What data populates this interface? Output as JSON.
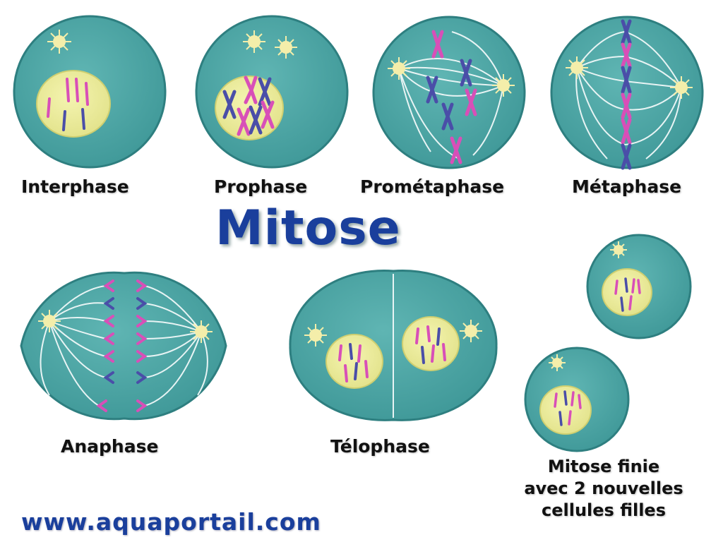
{
  "title": "Mitose",
  "stages": [
    {
      "key": "interphase",
      "label": "Interphase"
    },
    {
      "key": "prophase",
      "label": "Prophase"
    },
    {
      "key": "prometaphase",
      "label": "Prométaphase"
    },
    {
      "key": "metaphase",
      "label": "Métaphase"
    },
    {
      "key": "anaphase",
      "label": "Anaphase"
    },
    {
      "key": "telophase",
      "label": "Télophase"
    }
  ],
  "final_caption": [
    "Mitose finie",
    "avec 2 nouvelles",
    "cellules filles"
  ],
  "website": "www.aquaportail.com",
  "colors": {
    "cell_fill": "#49a3a3",
    "cell_edge": "#2e7f80",
    "nucleus_fill": "#ecec96",
    "chromosome_pink": "#d84fb8",
    "chromosome_blue": "#4a4ea8",
    "spindle": "#e8f4f4",
    "centrosome": "#f4eeaa",
    "title": "#1a3f9c"
  }
}
